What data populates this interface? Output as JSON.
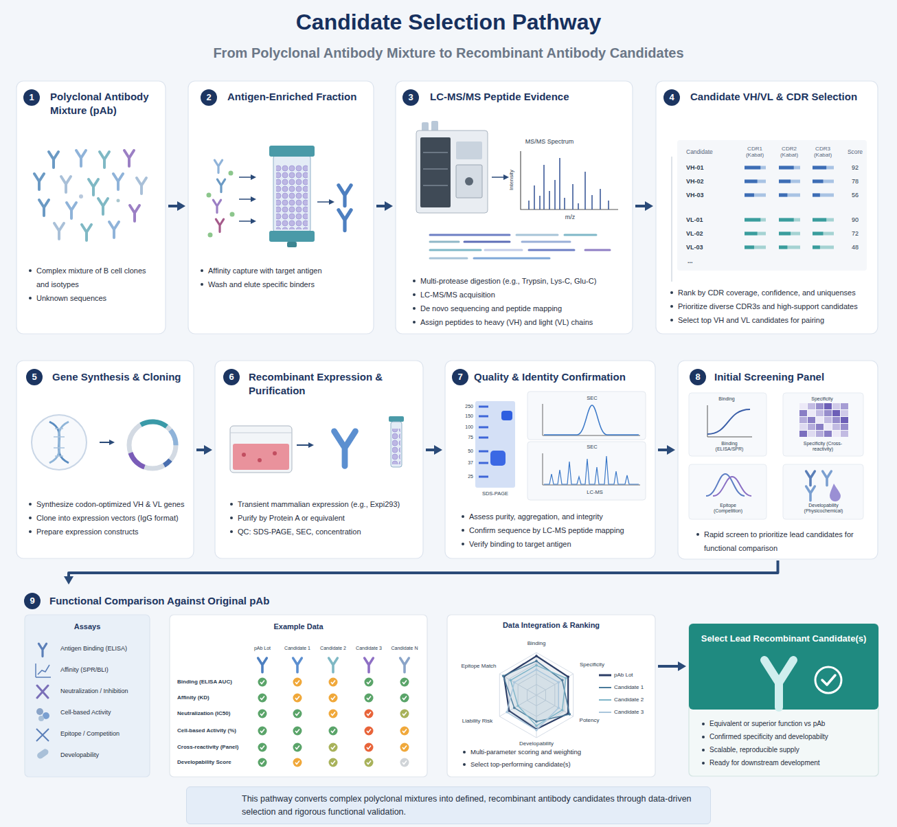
{
  "diagram": {
    "title": "Candidate Selection Pathway",
    "caption": "This pathway converts complex polyclonal mixtures into defined, recombinant antibody candidates through data-driven selection and rigorous functional validation.",
    "nodes": [
      {
        "text": [
          "Polyclonal Antibody Mixture (pAb)",
          "Complex mixture of B cell clones and isotypes",
          "Unknown sequences"
        ]
      },
      {
        "text": [
          "Antigen-Enriched Fraction",
          "Affinity capture with target antigen",
          "Wash and elute specific binders"
        ]
      },
      {
        "text": [
          "LC-MS/MS Peptide Evidence",
          "Multi-protease digestion (e.g., Trypsin, Lys-C, Glu-C)",
          "LC-MS/MS acquisition",
          "De novo sequencing and peptide mapping",
          "Assign peptides to heavy (VH) and light (VL) chains"
        ]
      },
      {
        "text": [
          "Candidate VH/VL & CDR Selection",
          "Rank by CDR coverage, confidence, and uniquenses",
          "Prioritize diverse CDR3s and high-support candidates",
          "Select top VH and VL candidates for pairing"
        ]
      },
      {
        "text": [
          "Gene Synthesis & Cloning",
          "Synthesize codon-optimized VH & VL genes",
          "Clone into expression vectors (IgG format)",
          "Prepare expression constructs"
        ]
      },
      {
        "text": [
          "Recombinant Expression & Purification",
          "Transient mammalian expression (e.g., Expi293)",
          "Purify by Protein A or equivalent",
          "QC: SDS-PAGE, SEC, concentration"
        ]
      },
      {
        "text": [
          "Quality & Identity Confirmation",
          "Assess purity, aggregation, and integrity",
          "Confirm sequence by LC-MS peptide mapping",
          "Verify binding to target antigen"
        ]
      },
      {
        "text": [
          "Initial Screening Panel",
          "Rapid screen to prioritize lead candidates for functional comparison"
        ]
      },
      {
        "text": [
          "Functional Comparison Against Original pAb"
        ]
      },
      {
        "text": [
          "Assays",
          "Antigen Binding (ELISA)",
          "Affinity (SPR/BLI)",
          "Neutralization / Inhibition",
          "Cell-based Activity",
          "Epitope / Competition",
          "Developability"
        ],
        "in": 8
      },
      {
        "text": [
          "Example Data"
        ],
        "in": 8
      },
      {
        "text": [
          "Data Integration & Ranking",
          "Multi-parameter scoring and weighting",
          "Select top-performing candidate(s)"
        ],
        "in": 8
      },
      {
        "text": [
          "Select Lead Recombinant Candidate(s)",
          "Equivalent or superior function vs pAb",
          "Confirmed specificity and developabilty",
          "Scalable, reproducible supply",
          "Ready for downstream development"
        ],
        "in": 8
      }
    ],
    "edges": [
      {
        "from": 0,
        "to": 1,
        "arrow": "to"
      },
      {
        "from": 1,
        "to": 2,
        "arrow": "to"
      },
      {
        "from": 2,
        "to": 3,
        "arrow": "to"
      },
      {
        "from": 4,
        "to": 5,
        "arrow": "to"
      },
      {
        "from": 5,
        "to": 6,
        "arrow": "to"
      },
      {
        "from": 6,
        "to": 7,
        "arrow": "to"
      },
      {
        "from": 7,
        "to": 8,
        "arrow": "to"
      },
      {
        "from": 11,
        "to": 12,
        "arrow": "to"
      }
    ],
    "labels": [
      "1",
      "2",
      "3",
      "4",
      "5",
      "6",
      "7",
      "8",
      "9",
      "MS/MS Spectrum",
      "Intensity",
      "m/z",
      "Candidate",
      "CDR1 (Kabat)",
      "CDR2 (Kabat)",
      "CDR3 (Kabat)",
      "Score",
      "VH-01",
      "92",
      "VH-02",
      "78",
      "VH-03",
      "56",
      "VL-01",
      "90",
      "VL-02",
      "72",
      "VL-03",
      "48",
      "...",
      "250",
      "150",
      "100",
      "75",
      "50",
      "37",
      "25",
      "SDS-PAGE",
      "SEC",
      "SEC",
      "LC-MS",
      "Binding",
      "Specificity",
      "Binding (ELISA/SPR)",
      "Specificity (Cross-reactivity)",
      "Epitope (Competition)",
      "Developability (Physicochemical)",
      "pAb Lot",
      "Candidate 1",
      "Candidate 2",
      "Candidate 3",
      "Candidate N",
      "Binding (ELISA AUC)",
      "Affinity (KD)",
      "Neutralization (IC50)",
      "Cell-based Activity (%)",
      "Cross-reactivity (Panel)",
      "Developability Score",
      "Binding",
      "Specificity",
      "Potency",
      "Developability",
      "Liability Risk",
      "Epitope Match",
      "From Polyclonal Antibody Mixture to Recombinant Antibody Candidates"
    ],
    "legend": [
      {
        "text": "pAb Lot"
      },
      {
        "text": "Candidate 1"
      },
      {
        "text": "Candidate 2"
      },
      {
        "text": "Candidate 3"
      }
    ]
  }
}
